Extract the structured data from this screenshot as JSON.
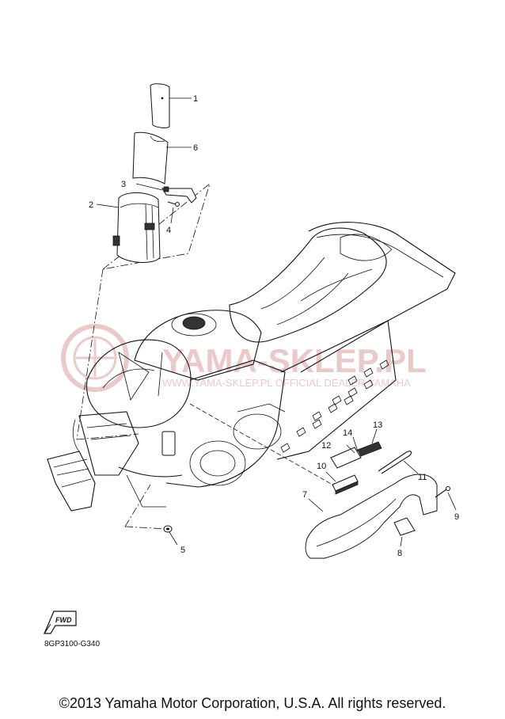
{
  "watermark": {
    "title": "YAMA-SKLEP.PL",
    "subtitle": "WWW.YAMA-SKLEP.PL OFFICIAL DEALER YAMAHA",
    "color": "#e8c0c0"
  },
  "callouts": [
    {
      "number": "1"
    },
    {
      "number": "2"
    },
    {
      "number": "3"
    },
    {
      "number": "4"
    },
    {
      "number": "5"
    },
    {
      "number": "6"
    },
    {
      "number": "7"
    },
    {
      "number": "8"
    },
    {
      "number": "9"
    },
    {
      "number": "10"
    },
    {
      "number": "11"
    },
    {
      "number": "12"
    },
    {
      "number": "13"
    },
    {
      "number": "14"
    }
  ],
  "fwd_label": "FWD",
  "drawing_code": "8GP3100-G340",
  "copyright": "©2013 Yamaha Motor Corporation, U.S.A. All rights reserved."
}
